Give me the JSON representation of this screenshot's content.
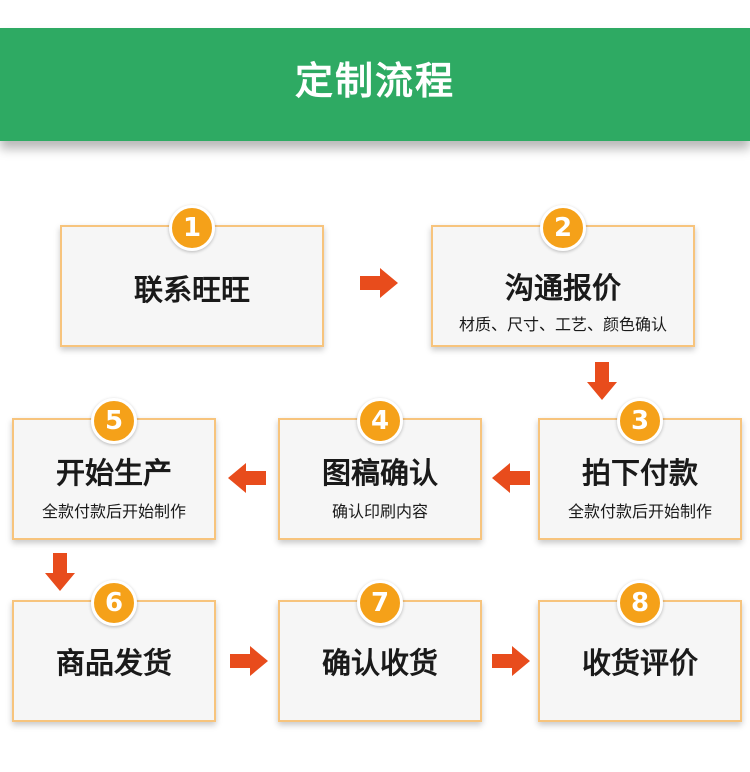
{
  "header": {
    "title": "定制流程"
  },
  "steps": [
    {
      "number": "1",
      "title": "联系旺旺",
      "subtitle": ""
    },
    {
      "number": "2",
      "title": "沟通报价",
      "subtitle": "材质、尺寸、工艺、颜色确认"
    },
    {
      "number": "3",
      "title": "拍下付款",
      "subtitle": "全款付款后开始制作"
    },
    {
      "number": "4",
      "title": "图稿确认",
      "subtitle": "确认印刷内容"
    },
    {
      "number": "5",
      "title": "开始生产",
      "subtitle": "全款付款后开始制作"
    },
    {
      "number": "6",
      "title": "商品发货",
      "subtitle": ""
    },
    {
      "number": "7",
      "title": "确认收货",
      "subtitle": ""
    },
    {
      "number": "8",
      "title": "收货评价",
      "subtitle": ""
    }
  ],
  "colors": {
    "banner": "#2eaa63",
    "badge": "#f5a119",
    "box_border": "#f7c47d",
    "arrow": "#e84c1c"
  }
}
